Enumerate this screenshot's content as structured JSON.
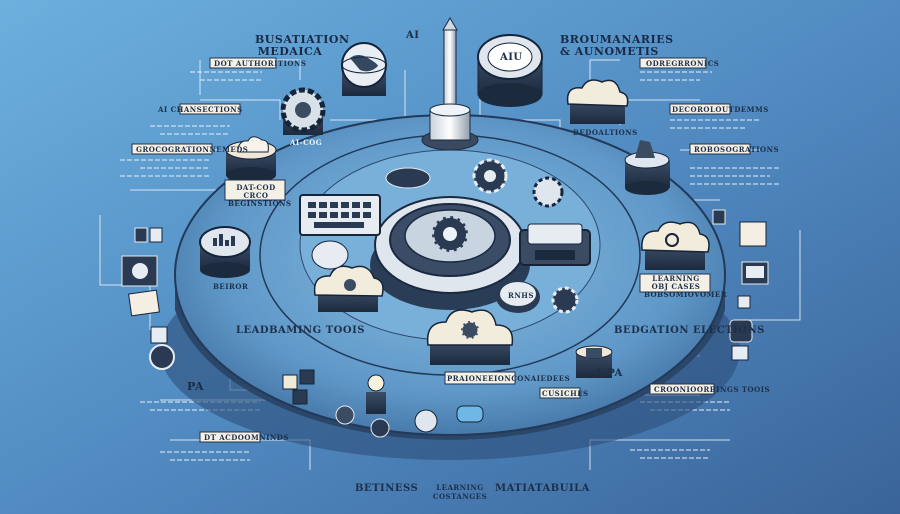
{
  "headings": {
    "top_left": "BUSATIATION MEDAICA",
    "top_center": "AI",
    "top_right": "BROUMANARIES & AUNOMETIS",
    "center_label_disc": "AIU",
    "left_mid": "LEADBAMING TOOIS",
    "right_mid": "BEDGATION ELECTIONS",
    "bottom_left": "PA",
    "bottom_right": "A·PA",
    "bottom_1": "BETINESS",
    "bottom_2": "LEARNING COSTANGES",
    "bottom_3": "MATIATABUILA"
  },
  "small_labels": {
    "tl_card": "DOT AUTHORITIONS",
    "left_1": "AI CHANSECTIONS",
    "left_2": "GROCOGRATIONNEMEDS",
    "left_gear": "AI-COG",
    "left_center_card": "DAT-COD CRCO BEGINSTIONS",
    "left_sensor": "BEIROR",
    "right_1": "ODREGRRONICS",
    "right_2": "DECOROLOUTDEMMS",
    "right_3": "BEDOALTIONS",
    "right_4": "ROBOSOGRATIONS",
    "right_cloud": "LEARNING OBJ CASES BOBSOMIOVOMER",
    "bottom_card_1": "PRAIONEEIONCONAIEDEES",
    "bottom_card_2": "CUSICHES",
    "bottom_right_card": "CROONIOORBINGS TOOIS",
    "bottom_left_card": "DT ACDOOMNINDS",
    "ring_bot": "RNHS"
  },
  "colors": {
    "bg_top": "#5fa2d6",
    "bg_bottom": "#3a6699",
    "disc": "#6fa6d2",
    "disc_dark": "#2b4a73",
    "ink": "#1d2f4a",
    "cream": "#efe8d8"
  },
  "icons": [
    "globe-icon",
    "gear-icon",
    "cloud-icon",
    "keyboard-icon",
    "bar-chart-icon",
    "lightbulb-icon",
    "robot-icon",
    "camera-icon",
    "monitor-icon",
    "document-icon",
    "antenna-icon"
  ]
}
